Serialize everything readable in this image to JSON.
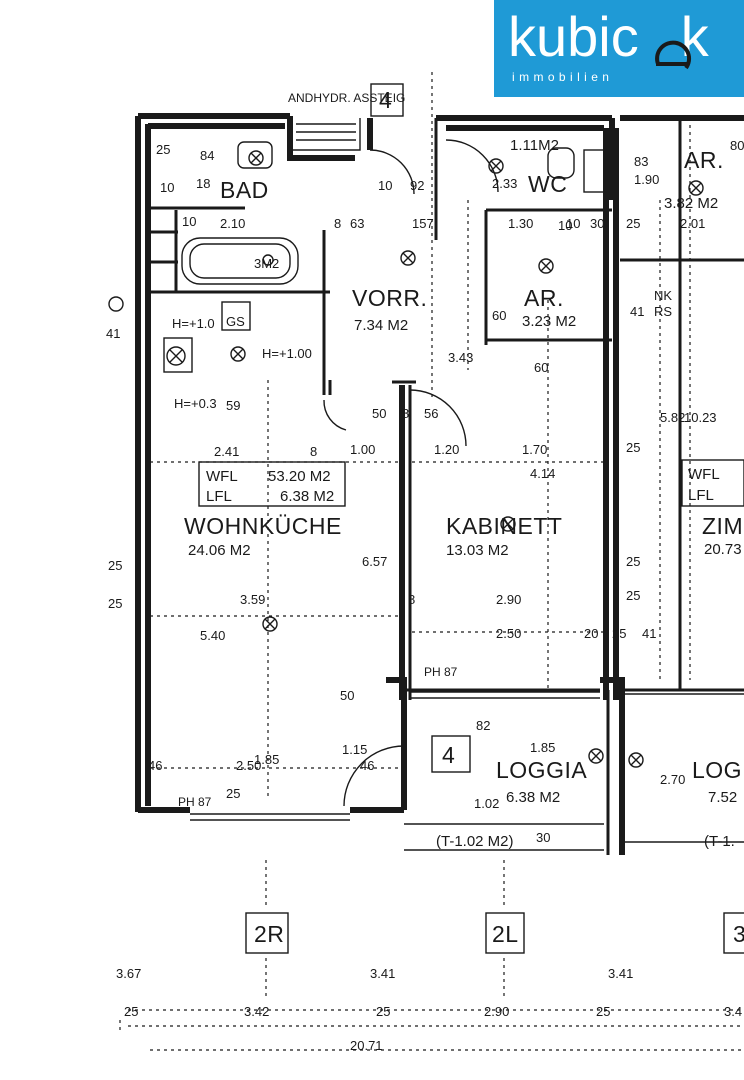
{
  "brand": {
    "name": "kubic",
    "letter": "e",
    "letter2": "k",
    "tagline": "immobilien",
    "color": "#1f9ad6"
  },
  "plan": {
    "unit_number": "4",
    "unit_number_2": "4",
    "stair_label": "ANDHYDR. ASSTEIG",
    "rooms": {
      "bad": "BAD",
      "wc_area": "1.11M2",
      "wc": "WC",
      "ar_left": "AR.",
      "ar_left_area": "3.23 M2",
      "ar_right": "AR.",
      "ar_right_area": "3.82 M2",
      "vorr": "VORR.",
      "vorr_area": "7.34 M2",
      "wohnkueche": "WOHNKÜCHE",
      "wohnkueche_area": "24.06 M2",
      "kabinett": "KABINETT",
      "kabinett_area": "13.03 M2",
      "loggia": "LOGGIA",
      "loggia_area": "6.38 M2",
      "loggia_note": "(T-1.02 M2)",
      "zim_right": "ZIM",
      "zim_right_area": "20.73",
      "log_right": "LOG",
      "log_right_area": "7.52",
      "log_right_note": "(T-1."
    },
    "summary": {
      "wfl_label": "WFL",
      "wfl_value": "53.20 M2",
      "lfl_label": "LFL",
      "lfl_value": "6.38 M2",
      "wfl_label_right": "WFL",
      "lfl_label_right": "LFL"
    },
    "fixtures": {
      "bath_area": "3M2",
      "gs": "GS",
      "h_1": "H=+1.0",
      "h_2": "H=+1.00",
      "h_3": "H=+0.3",
      "ph_left": "PH 87",
      "ph_mid": "PH 87",
      "nk": "NK",
      "rs": "RS"
    },
    "dimensions": {
      "d_25a": "25",
      "d_18": "18",
      "d_84": "84",
      "d_10a": "10",
      "d_10b": "10",
      "d_210": "2.10",
      "d_8a": "8",
      "d_63": "63",
      "d_157": "157",
      "d_10c": "10",
      "d_92": "92",
      "d_233": "2.33",
      "d_130": "1.30",
      "d_10d": "10",
      "d_30": "30",
      "d_25b": "25",
      "d_190": "1.90",
      "d_201": "2.01",
      "d_343": "3.43",
      "d_59": "59",
      "d_241": "2.41",
      "d_8b": "8",
      "d_50": "50",
      "d_8c": "8",
      "d_56": "56",
      "d_100": "1.00",
      "d_120": "1.20",
      "d_170": "1.70",
      "d_60": "60",
      "d_414": "4.14",
      "d_582": "5.82",
      "d_1023": "10.23",
      "d_25c": "25",
      "d_657": "6.57",
      "d_359": "3.59",
      "d_540": "5.40",
      "d_8d": "8",
      "d_290": "2.90",
      "d_250a": "2.50",
      "d_25d": "25",
      "d_25e": "25",
      "d_20": "20",
      "d_25f": "25",
      "d_41a": "41",
      "d_41b": "41",
      "d_41c": "41",
      "d_185a": "1.85",
      "d_185b": "1.85",
      "d_50b": "50",
      "d_46a": "46",
      "d_46b": "46",
      "d_250b": "2.50",
      "d_115": "1.15",
      "d_102": "1.02",
      "d_82": "82",
      "d_270": "2.70",
      "d_25g": "25",
      "d_25h": "25",
      "d_80": "80",
      "d_83": "83",
      "d_367": "3.67",
      "d_341a": "3.41",
      "d_341b": "3.41",
      "d_342": "3.42",
      "d_290b": "2.90",
      "d_25i": "25",
      "d_25j": "25",
      "d_25k": "25",
      "d_2071": "20.71",
      "d_34": "3.4",
      "d_30b": "30",
      "d_25l": "25",
      "d_60b": "60",
      "d_10e": "10"
    },
    "axes": {
      "axis_2r": "2R",
      "axis_2l": "2L",
      "axis_3": "3"
    }
  }
}
